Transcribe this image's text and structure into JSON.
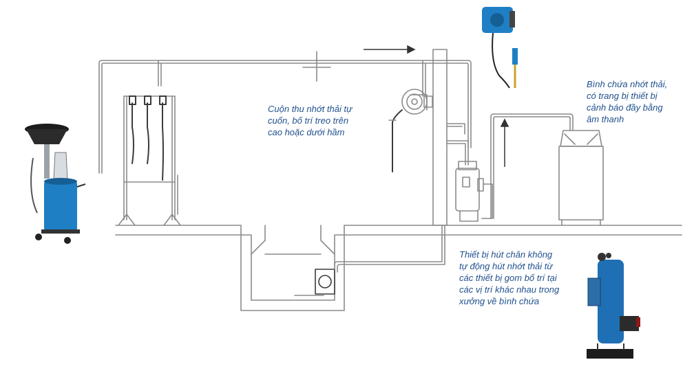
{
  "labels": {
    "reel": [
      "Cuộn thu nhớt thải tự",
      "cuốn, bố trí treo trên",
      "cao hoặc dưới hầm"
    ],
    "tank": [
      "Bình chứa nhớt thải,",
      "có trang bị thiết bị",
      "cảnh báo đầy bằng",
      "âm thanh"
    ],
    "vacuum": [
      "Thiết bị hút chân không",
      "tự động hút nhớt thải từ",
      "các thiết bị gom bố trí tại",
      "các vị trí khác nhau trong",
      "xưởng về bình chứa"
    ]
  },
  "colors": {
    "pipe": "#8a8a8a",
    "label": "#1f4f8c",
    "equipment_blue": "#1f7fc4",
    "equipment_dark": "#2a2a2a"
  },
  "icons": {
    "flow_arrow_top": "arrow-right-icon",
    "flow_arrow_tank": "arrow-up-icon"
  }
}
